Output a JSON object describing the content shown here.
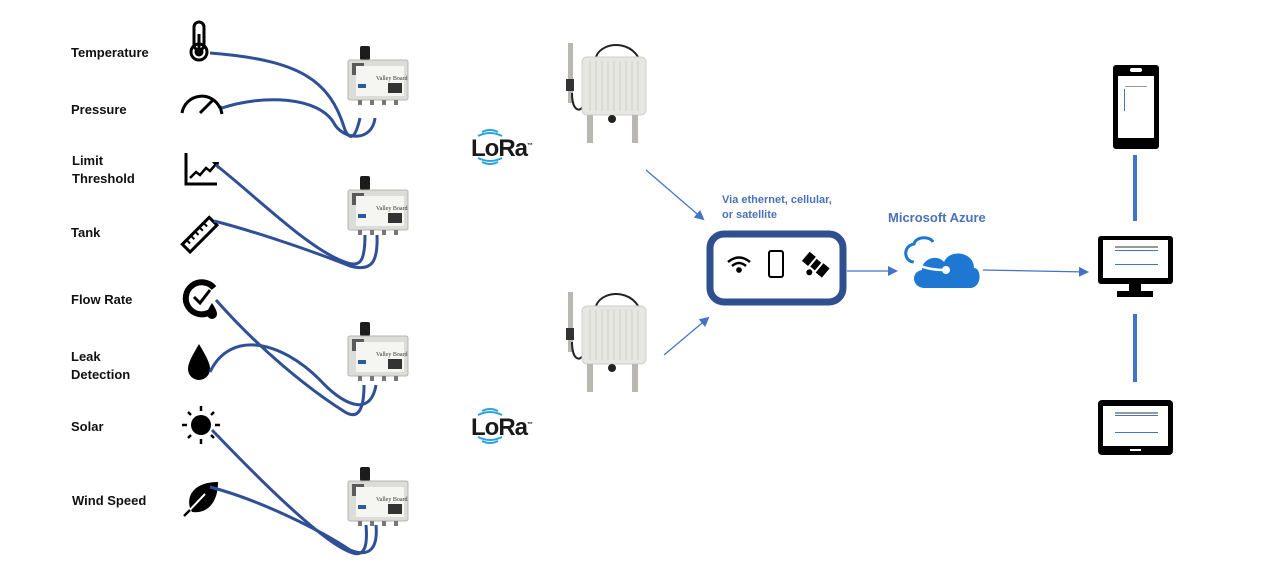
{
  "sensors": [
    {
      "label_lines": [
        "Temperature"
      ],
      "icon": "thermometer-icon"
    },
    {
      "label_lines": [
        "Pressure"
      ],
      "icon": "gauge-icon"
    },
    {
      "label_lines": [
        "Limit",
        "Threshold"
      ],
      "icon": "trend-chart-icon"
    },
    {
      "label_lines": [
        "Tank",
        ""
      ],
      "icon": "ruler-icon"
    },
    {
      "label_lines": [
        "Flow Rate"
      ],
      "icon": "flow-meter-icon"
    },
    {
      "label_lines": [
        "Leak",
        "Detection"
      ],
      "icon": "water-drop-icon"
    },
    {
      "label_lines": [
        "Solar"
      ],
      "icon": "sun-icon"
    },
    {
      "label_lines": [
        "Wind Speed"
      ],
      "icon": "leaf-icon"
    }
  ],
  "nodes": {
    "device_brand": "Valley Board",
    "lora_text": "LoRa",
    "lora_tm": "™"
  },
  "gateway": {
    "caption_line1": "Via ethernet, cellular,",
    "caption_line2": "or satellite",
    "icons": [
      "wifi-icon",
      "mobile-phone-icon",
      "satellite-icon"
    ]
  },
  "cloud": {
    "label": "Microsoft Azure"
  },
  "clients": [
    "smartphone",
    "desktop-monitor",
    "tablet"
  ],
  "colors": {
    "cable": "#2f4f96",
    "arrow": "#4472c4",
    "gateway_border": "#2f4f8f",
    "azure": "#1e78d2",
    "label_blue": "#4a72b8"
  }
}
